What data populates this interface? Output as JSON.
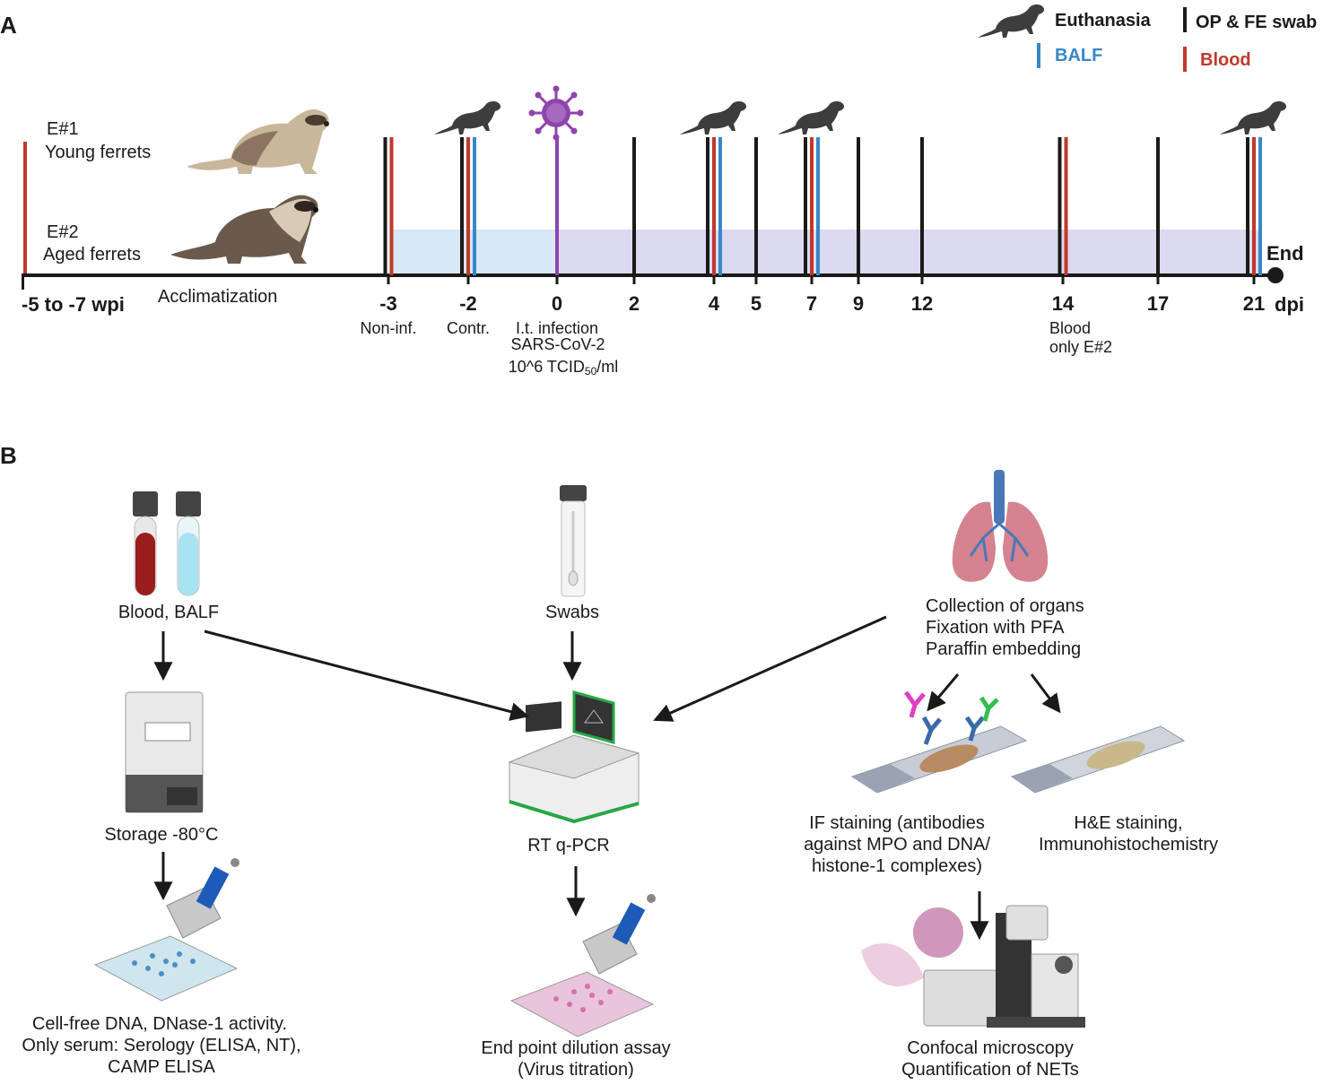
{
  "panel_a": {
    "label": "A",
    "legend": {
      "euthanasia": "Euthanasia",
      "balf": "BALF",
      "swab": "OP & FE swab",
      "blood": "Blood"
    },
    "groups": {
      "e1_id": "E#1",
      "e1_name": "Young ferrets",
      "e2_id": "E#2",
      "e2_name": "Aged ferrets"
    },
    "phase_label": "Acclimatization",
    "start_label": "-5 to -7 wpi",
    "unit": "dpi",
    "end_label": "End",
    "ticks": [
      {
        "day": "-3",
        "note": "Non-inf.",
        "swab": true,
        "blood": true,
        "balf": false,
        "euth": false
      },
      {
        "day": "-2",
        "note": "Contr.",
        "swab": true,
        "blood": true,
        "balf": true,
        "euth": true
      },
      {
        "day": "0",
        "note": "I.t. infection",
        "swab": false,
        "blood": false,
        "balf": false,
        "euth": false
      },
      {
        "day": "2",
        "note": "",
        "swab": true,
        "blood": false,
        "balf": false,
        "euth": false
      },
      {
        "day": "4",
        "note": "",
        "swab": true,
        "blood": true,
        "balf": true,
        "euth": true
      },
      {
        "day": "5",
        "note": "",
        "swab": true,
        "blood": false,
        "balf": false,
        "euth": false
      },
      {
        "day": "7",
        "note": "",
        "swab": true,
        "blood": true,
        "balf": true,
        "euth": true
      },
      {
        "day": "9",
        "note": "",
        "swab": true,
        "blood": false,
        "balf": false,
        "euth": false
      },
      {
        "day": "12",
        "note": "",
        "swab": true,
        "blood": false,
        "balf": false,
        "euth": false
      },
      {
        "day": "14",
        "note": "Blood",
        "swab": true,
        "blood": true,
        "balf": false,
        "euth": false
      },
      {
        "day": "17",
        "note": "",
        "swab": true,
        "blood": false,
        "balf": false,
        "euth": false
      },
      {
        "day": "21",
        "note": "",
        "swab": true,
        "blood": true,
        "balf": true,
        "euth": true
      }
    ],
    "infection": {
      "line2": "SARS-CoV-2",
      "dose": "10^6 TCID",
      "dose_sub": "50",
      "dose_unit": "/ml"
    },
    "blood14_line2": "only E#2"
  },
  "panel_b": {
    "label": "B",
    "blood_balf": "Blood, BALF",
    "swabs": "Swabs",
    "organs": [
      "Collection of organs",
      "Fixation with PFA",
      "Paraffin embedding"
    ],
    "storage": "Storage -80°C",
    "rtpcr": "RT q-PCR",
    "if_staining": [
      "IF staining (antibodies",
      "against MPO and DNA/",
      "histone-1 complexes)"
    ],
    "he_staining": [
      "H&E staining,",
      "Immunohistochemistry"
    ],
    "cellfree": [
      "Cell-free DNA, DNase-1 activity.",
      "Only serum: Serology (ELISA, NT),",
      "CAMP ELISA"
    ],
    "endpoint": [
      "End point dilution assay",
      "(Virus titration)"
    ],
    "confocal": [
      "Confocal microscopy",
      "Quantification of NETs"
    ]
  },
  "colors": {
    "swab": "#1a1a1a",
    "blood": "#c0392b",
    "balf": "#3a86c8",
    "virus": "#8e44ad",
    "control_shade": "#d6e7f5",
    "infection_shade": "#dcdaf0"
  }
}
